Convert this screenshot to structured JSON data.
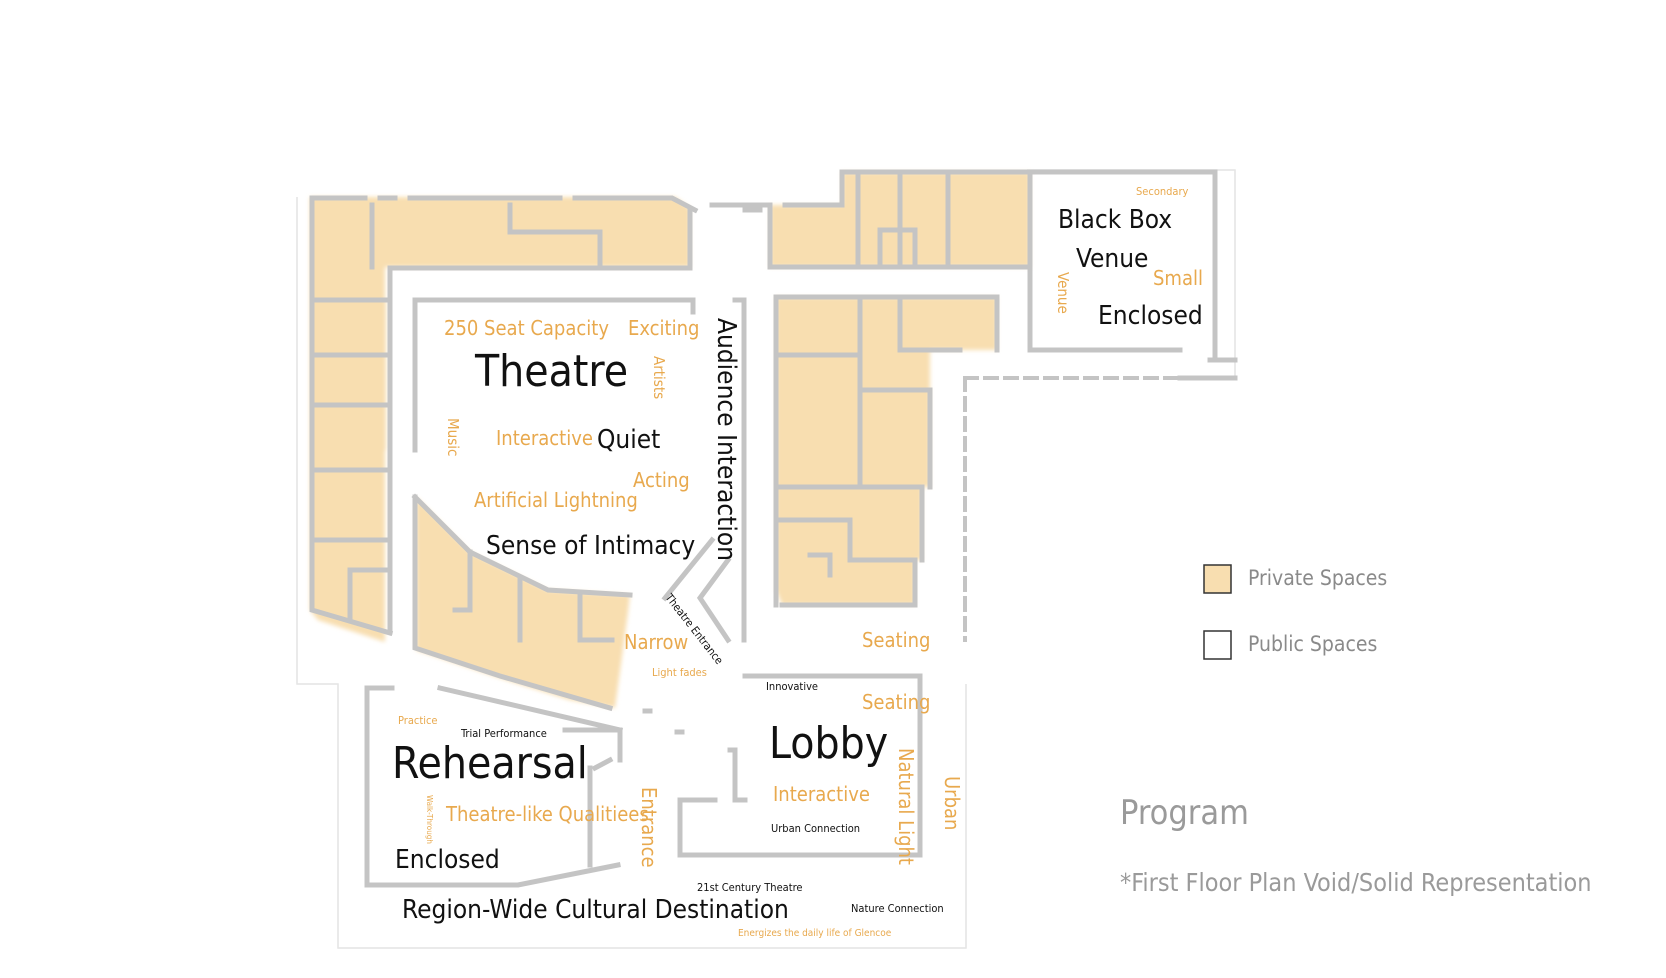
{
  "colors": {
    "private": "#f8deb0",
    "public": "#ffffff",
    "wall": "#c8c8c8",
    "accent_text": "#e8a94e",
    "dark_text": "#111111"
  },
  "labels": {
    "black_box": "Black Box",
    "venue_main": "Venue",
    "enclosed_bb": "Enclosed",
    "secondary": "Secondary",
    "small": "Small",
    "venue_vertical": "Venue",
    "seat_capacity": "250 Seat Capacity",
    "exciting": "Exciting",
    "theatre": "Theatre",
    "artists": "Artists",
    "audience_interaction": "Audience Interaction",
    "music": "Music",
    "interactive_theatre": "Interactive",
    "quiet": "Quiet",
    "acting": "Acting",
    "artificial_lightning": "Artificial Lightning",
    "sense_of_intimacy": "Sense of Intimacy",
    "theatre_entrance": "Theatre Entrance",
    "narrow": "Narrow",
    "light_fades": "Light fades",
    "seating_1": "Seating",
    "innovative": "Innovative",
    "seating_2": "Seating",
    "lobby": "Lobby",
    "interactive_lobby": "Interactive",
    "natural_light": "Natural Light",
    "urban": "Urban",
    "urban_connection": "Urban Connection",
    "practice": "Practice",
    "trial_performance": "Trial Performance",
    "rehearsal": "Rehearsal",
    "walk_through": "Walk-Through",
    "theatre_like": "Theatre-like Qualitiees",
    "entrance": "Entrance",
    "enclosed_rh": "Enclosed",
    "century_theatre": "21st Century Theatre",
    "nature_connection": "Nature Connection",
    "region_wide": "Region-Wide Cultural Destination",
    "energizes": "Energizes the daily life of Glencoe"
  },
  "legend": {
    "private": "Private Spaces",
    "public": "Public Spaces"
  },
  "title": "Program",
  "note": "*First Floor Plan Void/Solid Representation"
}
